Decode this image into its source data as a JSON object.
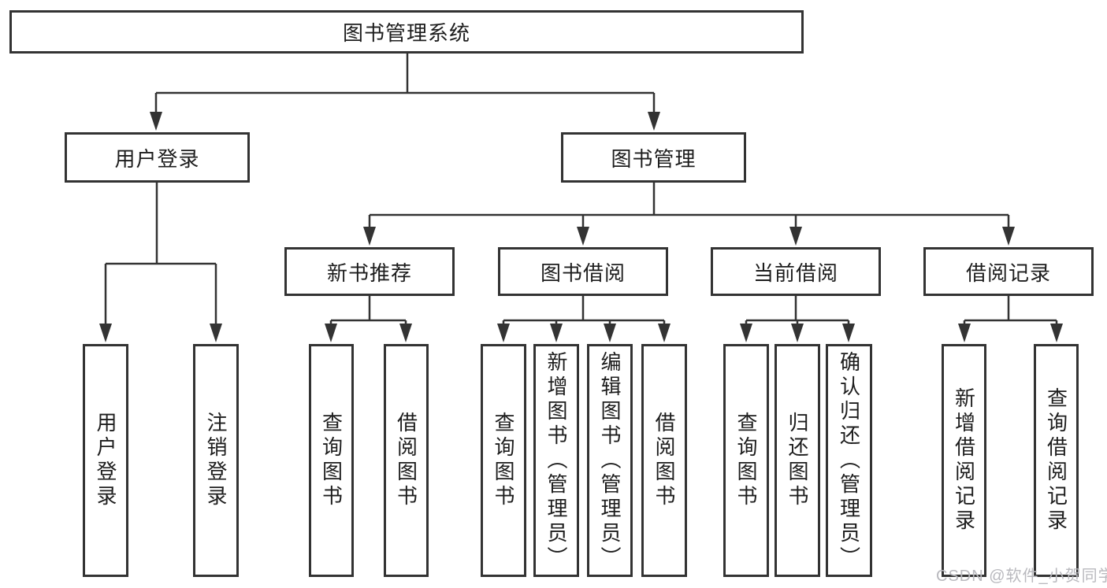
{
  "tree": {
    "root": {
      "label": "图书管理系统"
    },
    "user_login": {
      "label": "用户登录",
      "children": [
        {
          "label": "用户登录"
        },
        {
          "label": "注销登录"
        }
      ]
    },
    "book_mgmt": {
      "label": "图书管理"
    },
    "new_book": {
      "label": "新书推荐",
      "children": [
        {
          "label": "查询图书"
        },
        {
          "label": "借阅图书"
        }
      ]
    },
    "borrow": {
      "label": "图书借阅",
      "children": [
        {
          "label": "查询图书"
        },
        {
          "label": "新增图书（管理员）"
        },
        {
          "label": "编辑图书（管理员）"
        },
        {
          "label": "借阅图书"
        }
      ]
    },
    "current": {
      "label": "当前借阅",
      "children": [
        {
          "label": "查询图书"
        },
        {
          "label": "归还图书"
        },
        {
          "label": "确认归还（管理员）"
        }
      ]
    },
    "records": {
      "label": "借阅记录",
      "children": [
        {
          "label": "新增借阅记录"
        },
        {
          "label": "查询借阅记录"
        }
      ]
    }
  },
  "watermark": {
    "text": "CSDN @软件_小贺同学"
  },
  "colors": {
    "line": "#333333",
    "box_border": "#333333",
    "text": "#1d1d1d",
    "background": "#ffffff",
    "watermark": "#b9b9be"
  }
}
